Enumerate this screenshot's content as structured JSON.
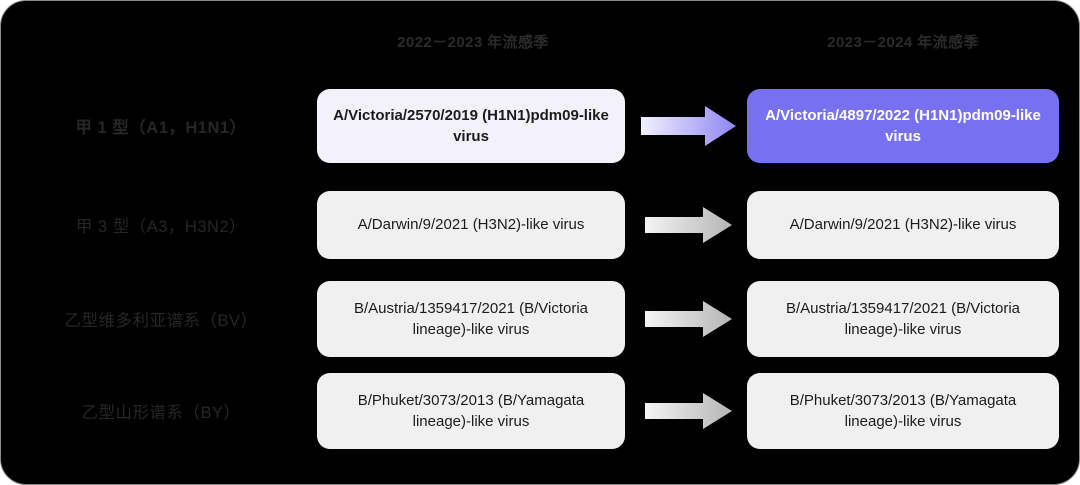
{
  "headers": {
    "left": "2022－2023 年流感季",
    "right": "2023－2024 年流感季"
  },
  "colors": {
    "background": "#000000",
    "card_default": "#f0f0f0",
    "card_tint": "#f3f2fb",
    "highlight": "#7771f2",
    "highlight_text": "#ffffff",
    "arrow_purple": "#8e86f5",
    "arrow_grey": "#bdbdbd",
    "text": "#1c1c1c"
  },
  "rows": [
    {
      "label": "甲 1 型（A1，H1N1）",
      "label_bold": true,
      "left_value": "A/Victoria/2570/2019 (H1N1)pdm09-like virus",
      "right_value": "A/Victoria/4897/2022 (H1N1)pdm09-like virus",
      "left_bold": true,
      "right_highlight": true,
      "arrow": "arrow-right-purple-icon"
    },
    {
      "label": "甲 3 型（A3，H3N2）",
      "label_bold": false,
      "left_value": "A/Darwin/9/2021 (H3N2)-like virus",
      "right_value": "A/Darwin/9/2021 (H3N2)-like virus",
      "left_bold": false,
      "right_highlight": false,
      "arrow": "arrow-right-grey-icon"
    },
    {
      "label": "乙型维多利亚谱系（BV）",
      "label_bold": false,
      "left_value": "B/Austria/1359417/2021 (B/Victoria lineage)-like virus",
      "right_value": "B/Austria/1359417/2021 (B/Victoria lineage)-like virus",
      "left_bold": false,
      "right_highlight": false,
      "arrow": "arrow-right-grey-icon"
    },
    {
      "label": "乙型山形谱系（BY）",
      "label_bold": false,
      "left_value": "B/Phuket/3073/2013 (B/Yamagata lineage)-like virus",
      "right_value": "B/Phuket/3073/2013 (B/Yamagata lineage)-like virus",
      "left_bold": false,
      "right_highlight": false,
      "arrow": "arrow-right-grey-icon"
    }
  ]
}
